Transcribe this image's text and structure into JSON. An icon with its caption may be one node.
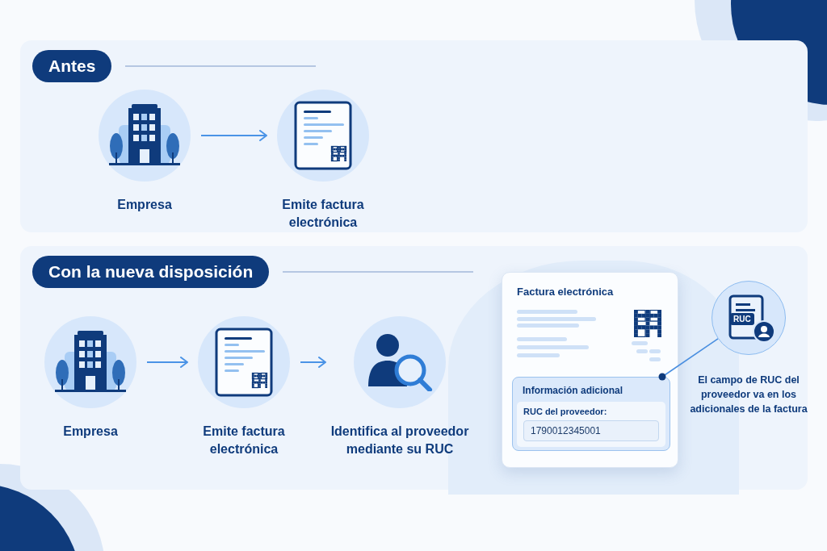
{
  "diagram": {
    "nodes": [
      {
        "text": [
          "Antes"
        ]
      },
      {
        "text": [
          "Empresa"
        ],
        "in": 0
      },
      {
        "text": [
          "Emite factura electrónica"
        ],
        "in": 0
      },
      {
        "text": [
          "Con la nueva disposición"
        ]
      },
      {
        "text": [
          "Empresa"
        ],
        "in": 3
      },
      {
        "text": [
          "Emite factura electrónica"
        ],
        "in": 3
      },
      {
        "text": [
          "Identifica al proveedor mediante su RUC"
        ],
        "in": 3
      },
      {
        "text": [
          "Factura electrónica"
        ],
        "in": 3
      },
      {
        "text": [
          "Información adicional",
          "RUC del proveedor:",
          "1790012345001"
        ],
        "in": 7
      },
      {
        "text": [
          "RUC"
        ],
        "in": 3,
        "beside": [
          "El campo de RUC del proveedor va en los adicionales de la factura"
        ]
      }
    ],
    "edges": [
      {
        "from": 1,
        "to": 2,
        "arrow": "to"
      },
      {
        "from": 4,
        "to": 5,
        "arrow": "to"
      },
      {
        "from": 5,
        "to": 6,
        "arrow": "to"
      },
      {
        "from": 8,
        "to": 9,
        "arrow": "other"
      }
    ]
  }
}
